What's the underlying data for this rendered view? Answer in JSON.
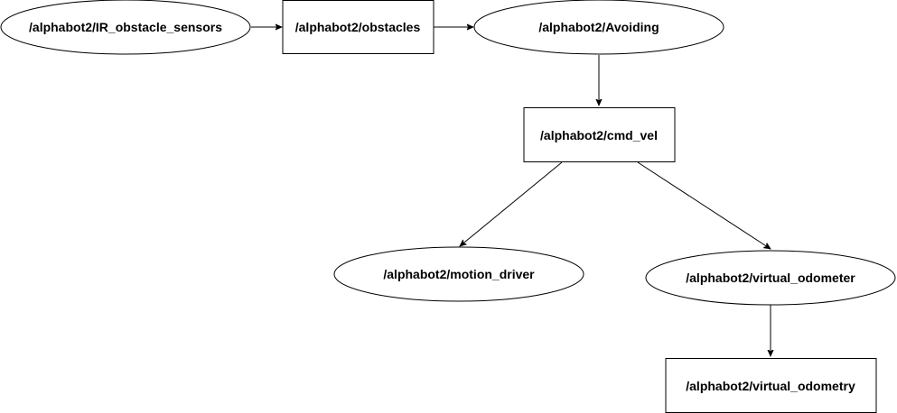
{
  "diagram": {
    "nodes": {
      "ir_obstacle_sensors": {
        "label": "/alphabot2/IR_obstacle_sensors",
        "shape": "ellipse"
      },
      "obstacles": {
        "label": "/alphabot2/obstacles",
        "shape": "rectangle"
      },
      "avoiding": {
        "label": "/alphabot2/Avoiding",
        "shape": "ellipse"
      },
      "cmd_vel": {
        "label": "/alphabot2/cmd_vel",
        "shape": "rectangle"
      },
      "motion_driver": {
        "label": "/alphabot2/motion_driver",
        "shape": "ellipse"
      },
      "virtual_odometer": {
        "label": "/alphabot2/virtual_odometer",
        "shape": "ellipse"
      },
      "virtual_odometry": {
        "label": "/alphabot2/virtual_odometry",
        "shape": "rectangle"
      }
    },
    "edges": [
      {
        "from": "ir_obstacle_sensors",
        "to": "obstacles"
      },
      {
        "from": "obstacles",
        "to": "avoiding"
      },
      {
        "from": "avoiding",
        "to": "cmd_vel"
      },
      {
        "from": "cmd_vel",
        "to": "motion_driver"
      },
      {
        "from": "cmd_vel",
        "to": "virtual_odometer"
      },
      {
        "from": "virtual_odometer",
        "to": "virtual_odometry"
      }
    ],
    "colors": {
      "stroke": "#000000",
      "fill": "#ffffff",
      "text": "#000000",
      "background": "#ffffff"
    }
  }
}
